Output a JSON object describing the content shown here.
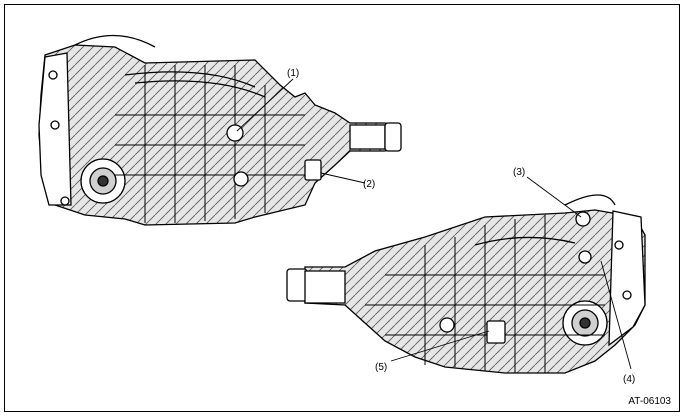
{
  "figure_id": "AT-06103",
  "callouts": [
    "(1)",
    "(2)",
    "(3)",
    "(4)",
    "(5)"
  ],
  "colors": {
    "line": "#000000",
    "fill": "#ffffff",
    "shade": "#d9d9d9",
    "dark": "#3a3a3a"
  }
}
